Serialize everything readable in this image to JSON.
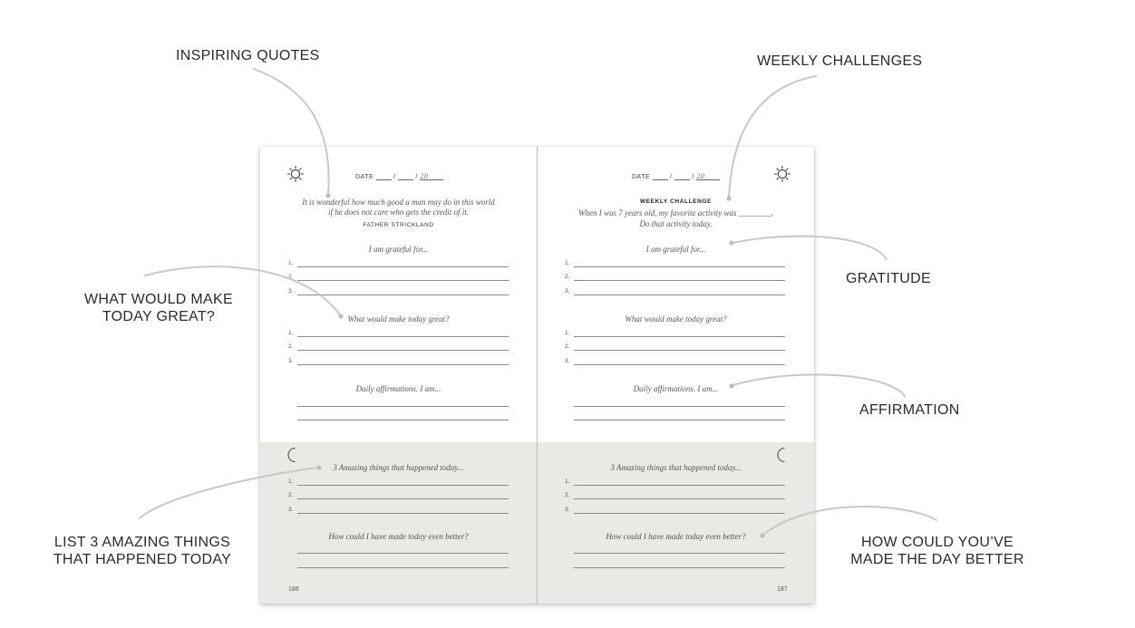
{
  "callouts": {
    "quotes": "INSPIRING QUOTES",
    "challenges": "WEEKLY CHALLENGES",
    "gratitude": "GRATITUDE",
    "affirmation": "AFFIRMATION",
    "make_great_1": "WHAT WOULD MAKE",
    "make_great_2": "TODAY GREAT?",
    "amazing_1": "LIST 3 AMAZING THINGS",
    "amazing_2": "THAT HAPPENED TODAY",
    "better_1": "HOW COULD YOU’VE",
    "better_2": "MADE THE DAY BETTER"
  },
  "left_page": {
    "date_label": "DATE",
    "date_sep": "/",
    "year": "20",
    "quote_line1": "It is wonderful how much good a man may do in this world",
    "quote_line2": "if he does not care who gets the credit of it.",
    "quote_author": "FATHER STRICKLAND",
    "grateful": "I am grateful for...",
    "make_great": "What would make today great?",
    "affirmations": "Daily affirmations. I am...",
    "amazing": "3 Amazing things that happened today...",
    "better": "How could I have made today even better?",
    "page_number": "186"
  },
  "right_page": {
    "date_label": "DATE",
    "date_sep": "/",
    "year": "20",
    "challenge_title": "WEEKLY CHALLENGE",
    "challenge_line1": "When I was 7 years old, my favorite activity was ________.",
    "challenge_line2": "Do that activity today.",
    "grateful": "I am grateful for...",
    "make_great": "What would make today great?",
    "affirmations": "Daily affirmations. I am...",
    "amazing": "3 Amazing things that happened today...",
    "better": "How could I have made today even better?",
    "page_number": "187"
  },
  "list_numbers": [
    "1.",
    "2.",
    "3."
  ],
  "icons": {
    "morning": "sun-icon",
    "evening": "moon-icon"
  },
  "colors": {
    "evening_bg": "#e9eae5",
    "leader_line": "#c8c8c8"
  }
}
